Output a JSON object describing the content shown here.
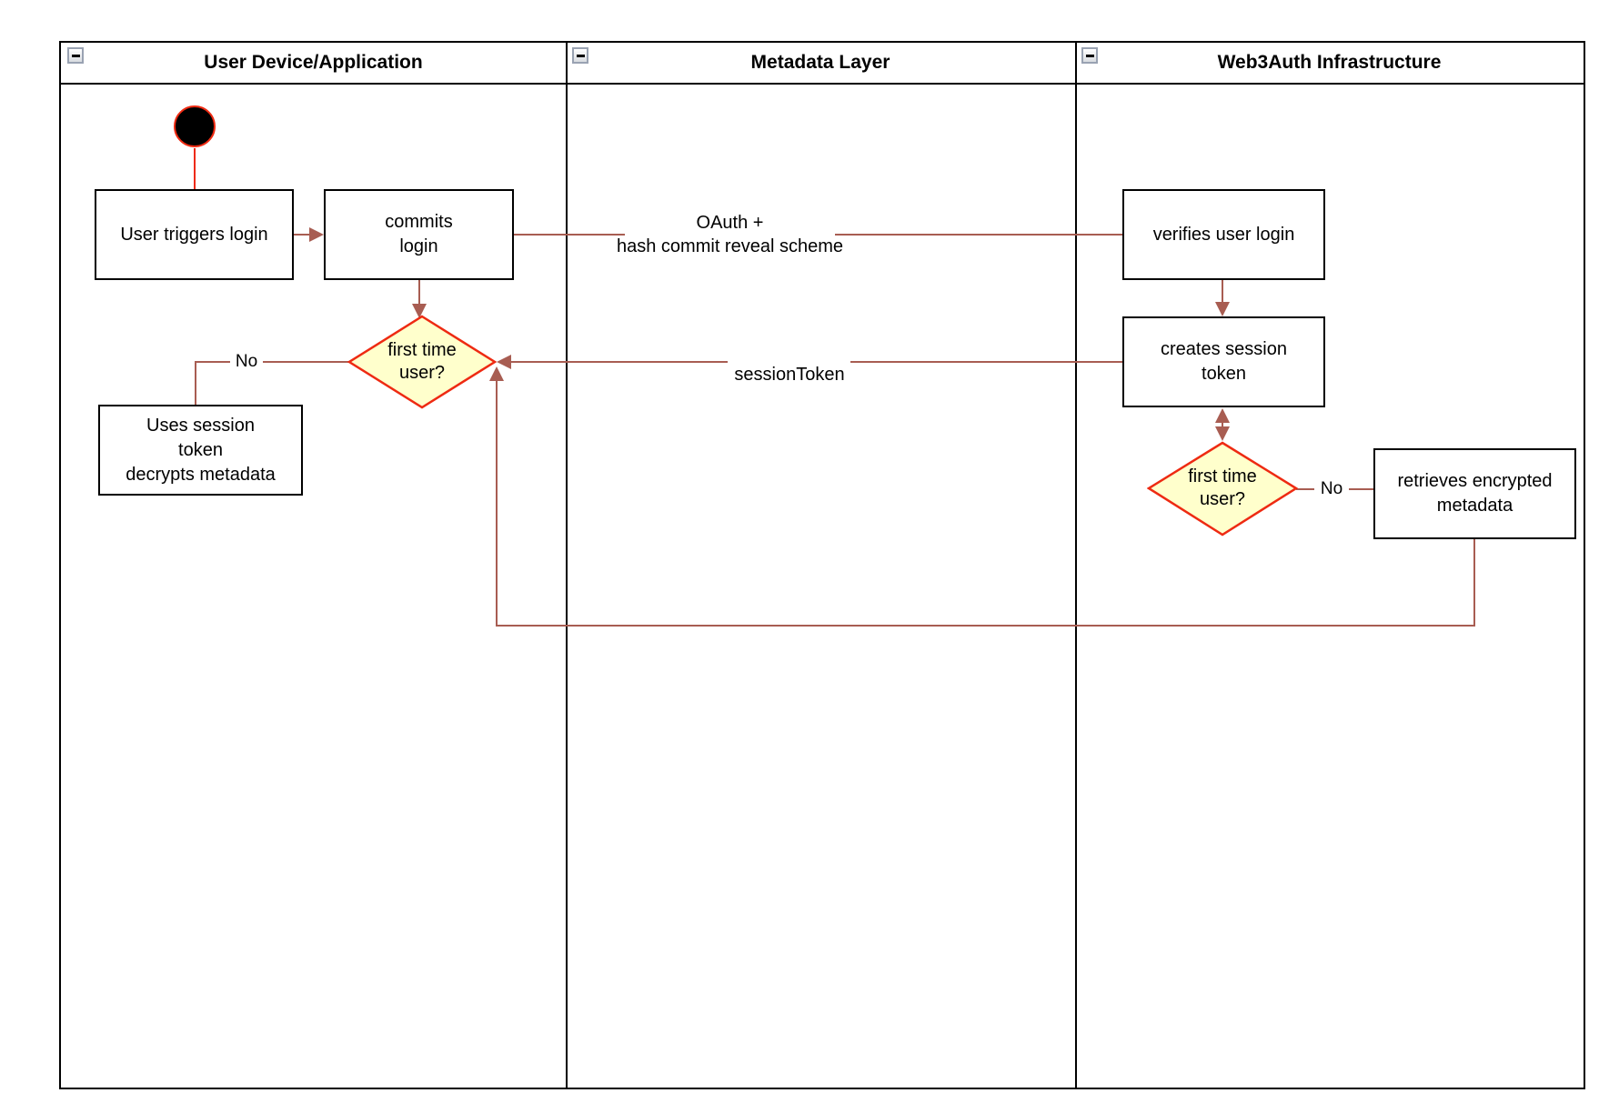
{
  "lanes": [
    {
      "title": "User Device/Application"
    },
    {
      "title": "Metadata Layer"
    },
    {
      "title": "Web3Auth Infrastructure"
    }
  ],
  "nodes": {
    "user_triggers_login": "User triggers login",
    "commits_login": "commits\nlogin",
    "first_time_user_device": "first time\nuser?",
    "uses_session_token": "Uses session\ntoken\ndecrypts metadata",
    "verifies_user_login": "verifies user login",
    "creates_session_token": "creates session\ntoken",
    "first_time_user_web3auth": "first time\nuser?",
    "retrieves_encrypted_metadata": "retrieves encrypted\nmetadata"
  },
  "edge_labels": {
    "oauth": "OAuth +\nhash commit reveal scheme",
    "session_token": "sessionToken",
    "no_device": "No",
    "no_web3auth": "No"
  },
  "colors": {
    "flow_line": "#a85d52",
    "decision_fill": "#ffffcc",
    "decision_border": "#ee2a12",
    "start_fill": "#000000",
    "start_border": "#ee2a12",
    "node_border": "#000000",
    "lane_border": "#000000"
  }
}
